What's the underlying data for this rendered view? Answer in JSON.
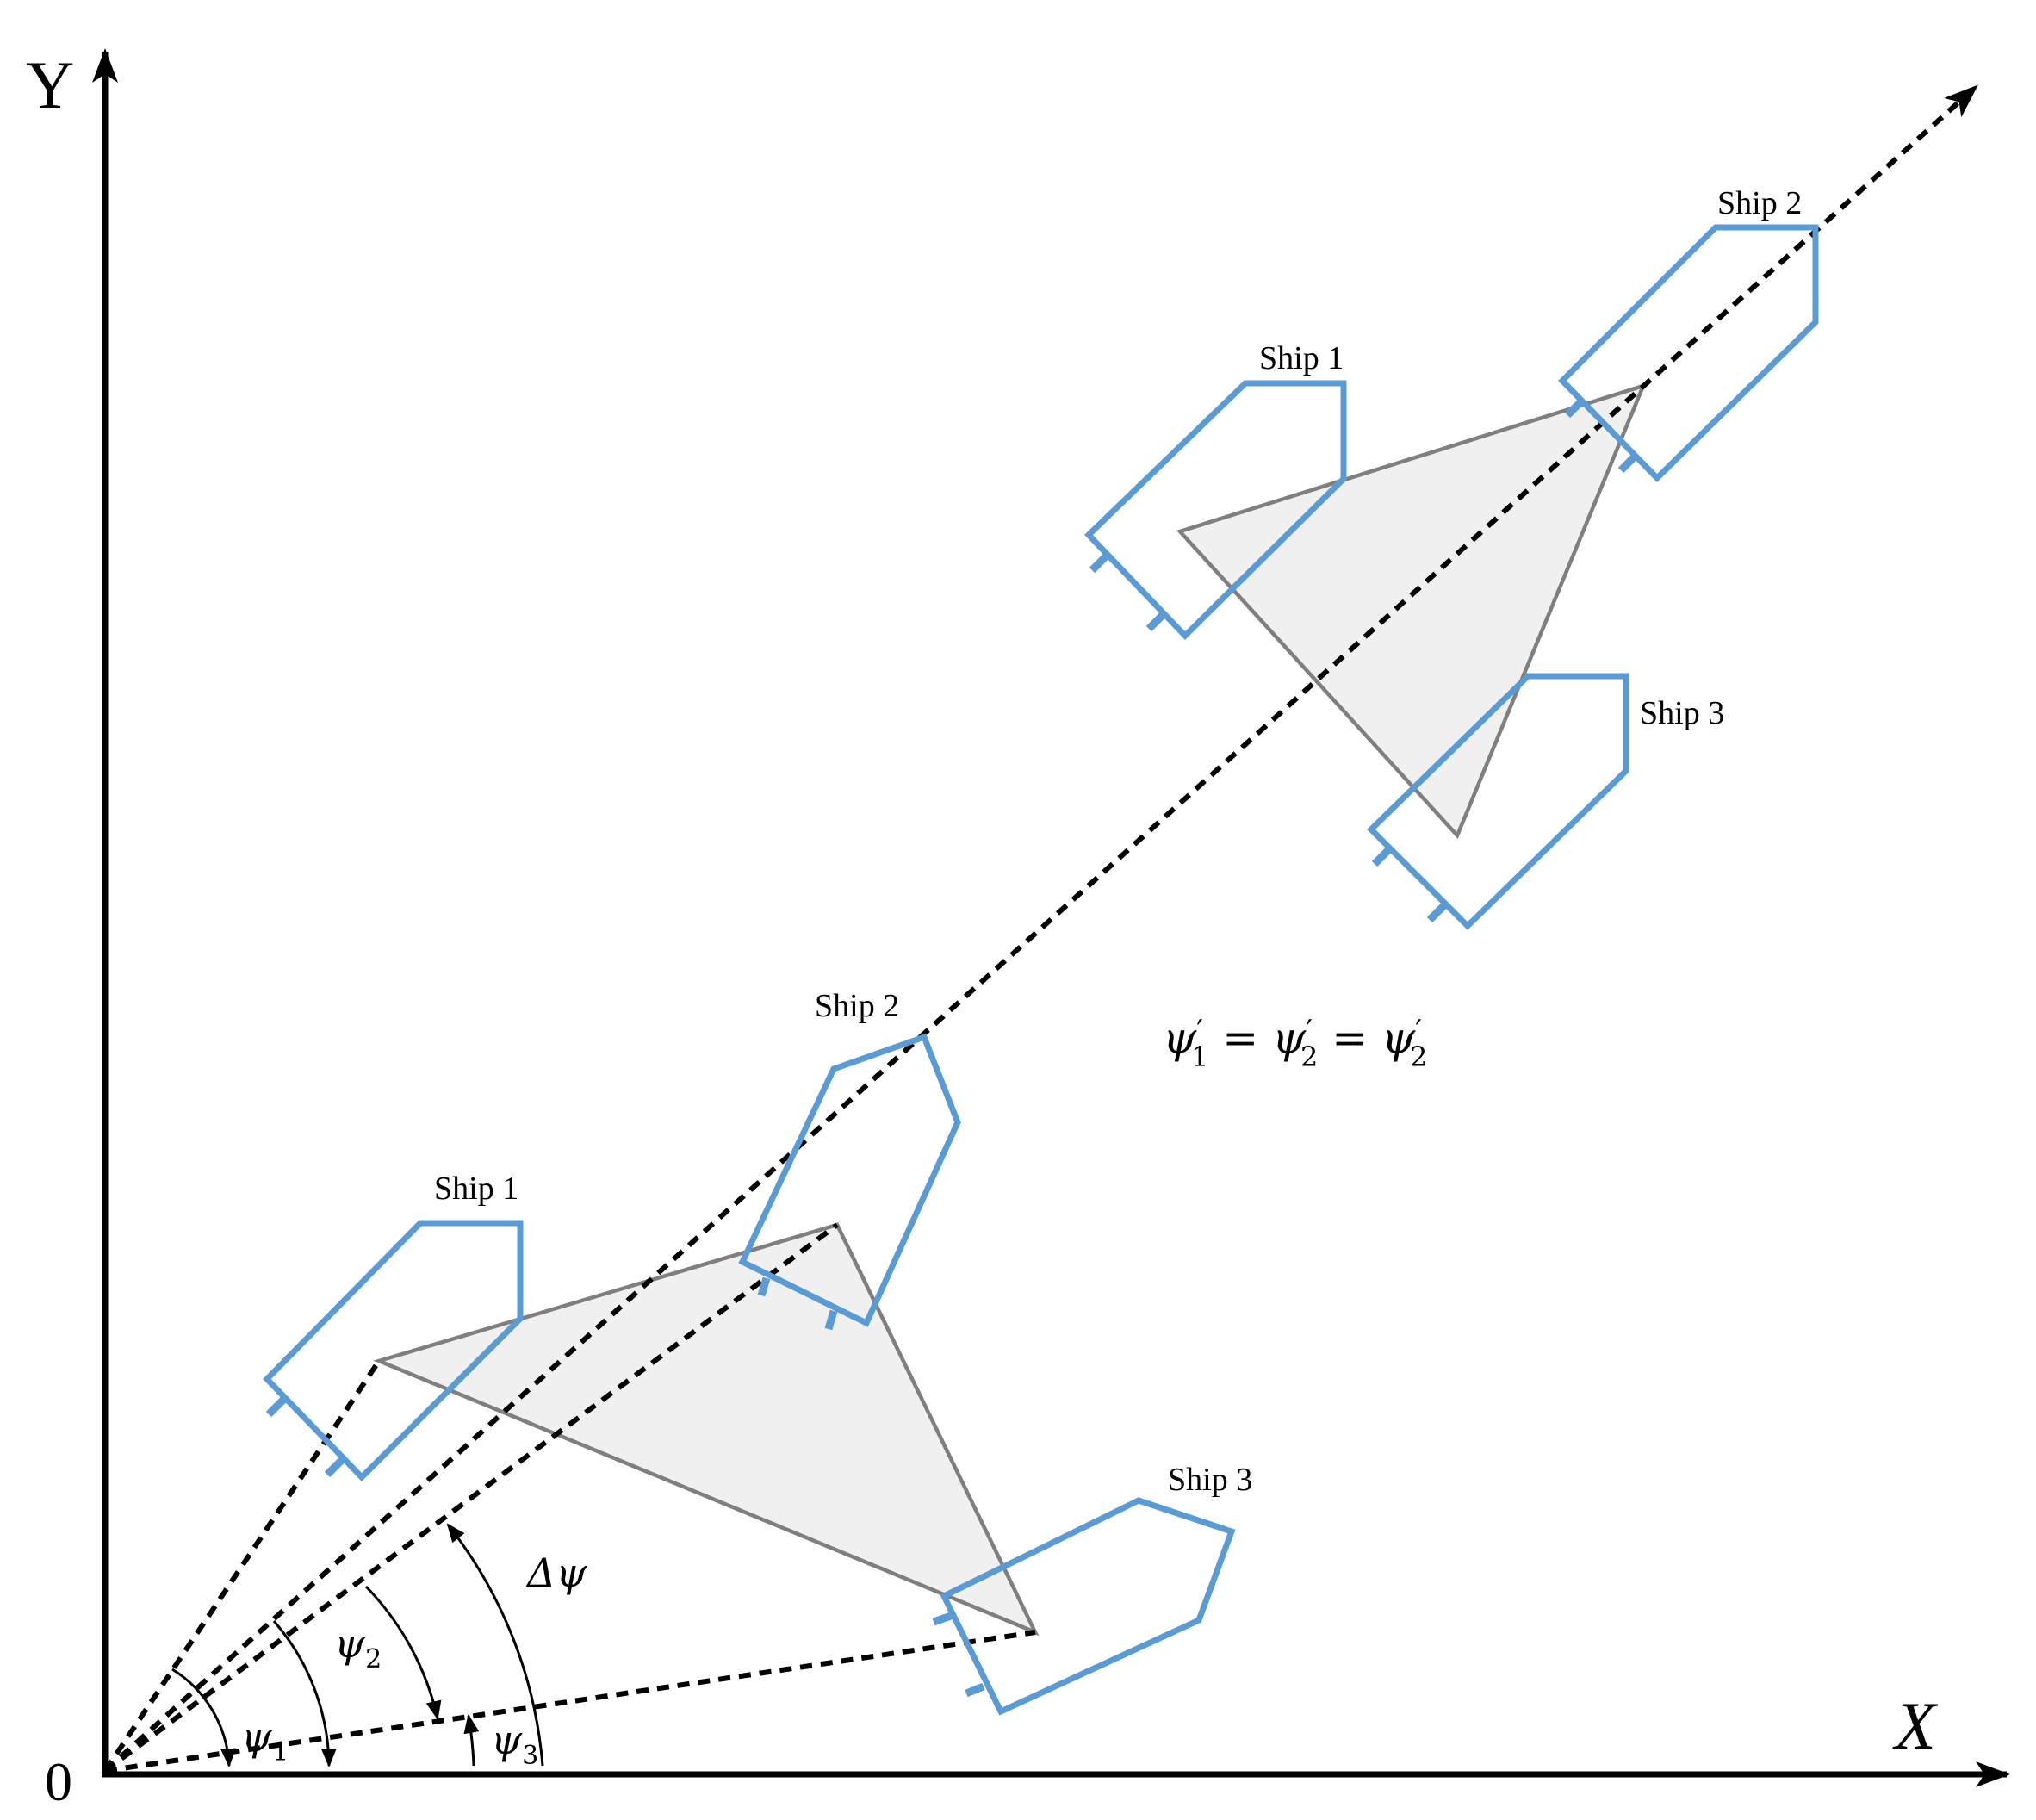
{
  "axes": {
    "x_label": "X",
    "y_label": "Y",
    "origin_label": "0"
  },
  "formation_initial": {
    "ship1_label": "Ship 1",
    "ship2_label": "Ship 2",
    "ship3_label": "Ship 3"
  },
  "formation_final": {
    "ship1_label": "Ship 1",
    "ship2_label": "Ship 2",
    "ship3_label": "Ship 3"
  },
  "angles": {
    "psi1": "ψ",
    "psi1_sub": "1",
    "psi2": "ψ",
    "psi2_sub": "2",
    "psi3": "ψ",
    "psi3_sub": "3",
    "delta_psi": "Δψ"
  },
  "equation": {
    "p1": "ψ",
    "s1": "1",
    "eq1": " = ",
    "p2": "ψ",
    "s2": "2",
    "eq2": " = ",
    "p3": "ψ",
    "s3": "2",
    "prime": "′"
  },
  "colors": {
    "ship_outline": "#5b9bd5",
    "formation_fill": "#f0f0f0",
    "formation_stroke": "#7f7f7f"
  }
}
